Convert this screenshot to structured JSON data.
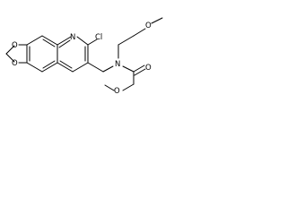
{
  "molecule": {
    "atoms": {
      "o_dioxole_top": "O",
      "o_dioxole_bottom": "O",
      "n_quinoline": "N",
      "cl": "Cl",
      "n_amide": "N",
      "o_methoxyethyl": "O",
      "o_carbonyl": "O",
      "o_methoxy_acetyl": "O"
    }
  }
}
